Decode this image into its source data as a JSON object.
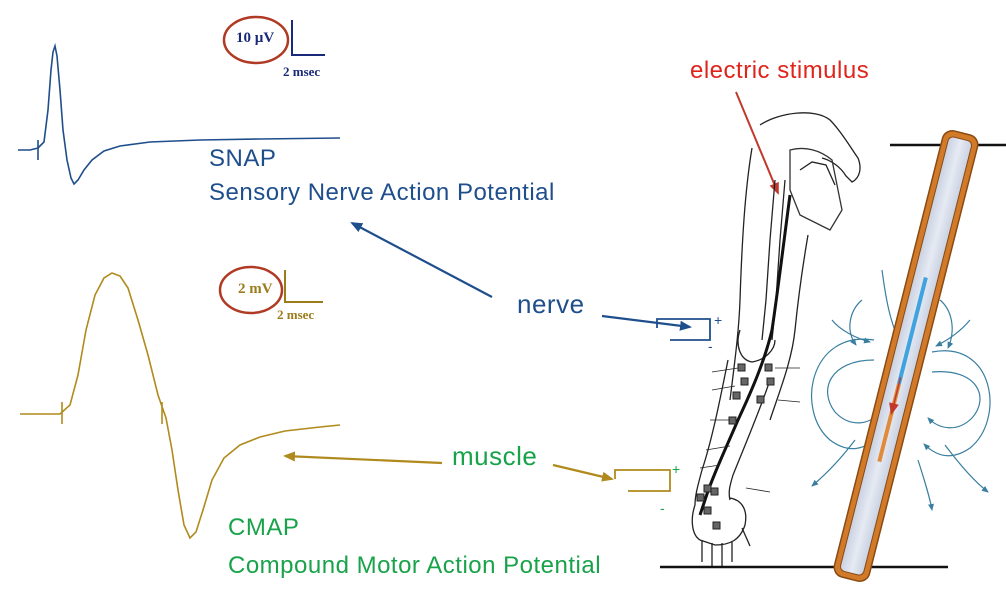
{
  "labels": {
    "snap_title": "SNAP",
    "snap_desc": "Sensory Nerve Action Potential",
    "cmap_title": "CMAP",
    "cmap_desc": "Compound Motor Action Potential",
    "nerve": "nerve",
    "muscle": "muscle",
    "electric_stimulus": "electric stimulus"
  },
  "snap_scale": {
    "amplitude": "10 µV",
    "time": "2 msec"
  },
  "cmap_scale": {
    "amplitude": "2 mV",
    "time": "2 msec"
  },
  "electrode_signs": {
    "positive": "+",
    "negative": "-"
  },
  "colors": {
    "snap": "#1f4e8c",
    "cmap": "#b08a1c",
    "muscle_text": "#18a34a",
    "stimulus": "#e0241b",
    "scale_circle": "#b03a24",
    "field_lines": "#3a7fa0",
    "rod_outline": "#d07a2a",
    "rod_fill": "#dde3ee",
    "rod_blue": "#3fa3e0"
  },
  "icons": {
    "arm": "arm-anatomy-icon",
    "electrode": "electrode-icon",
    "current_rod": "current-rod-icon"
  }
}
